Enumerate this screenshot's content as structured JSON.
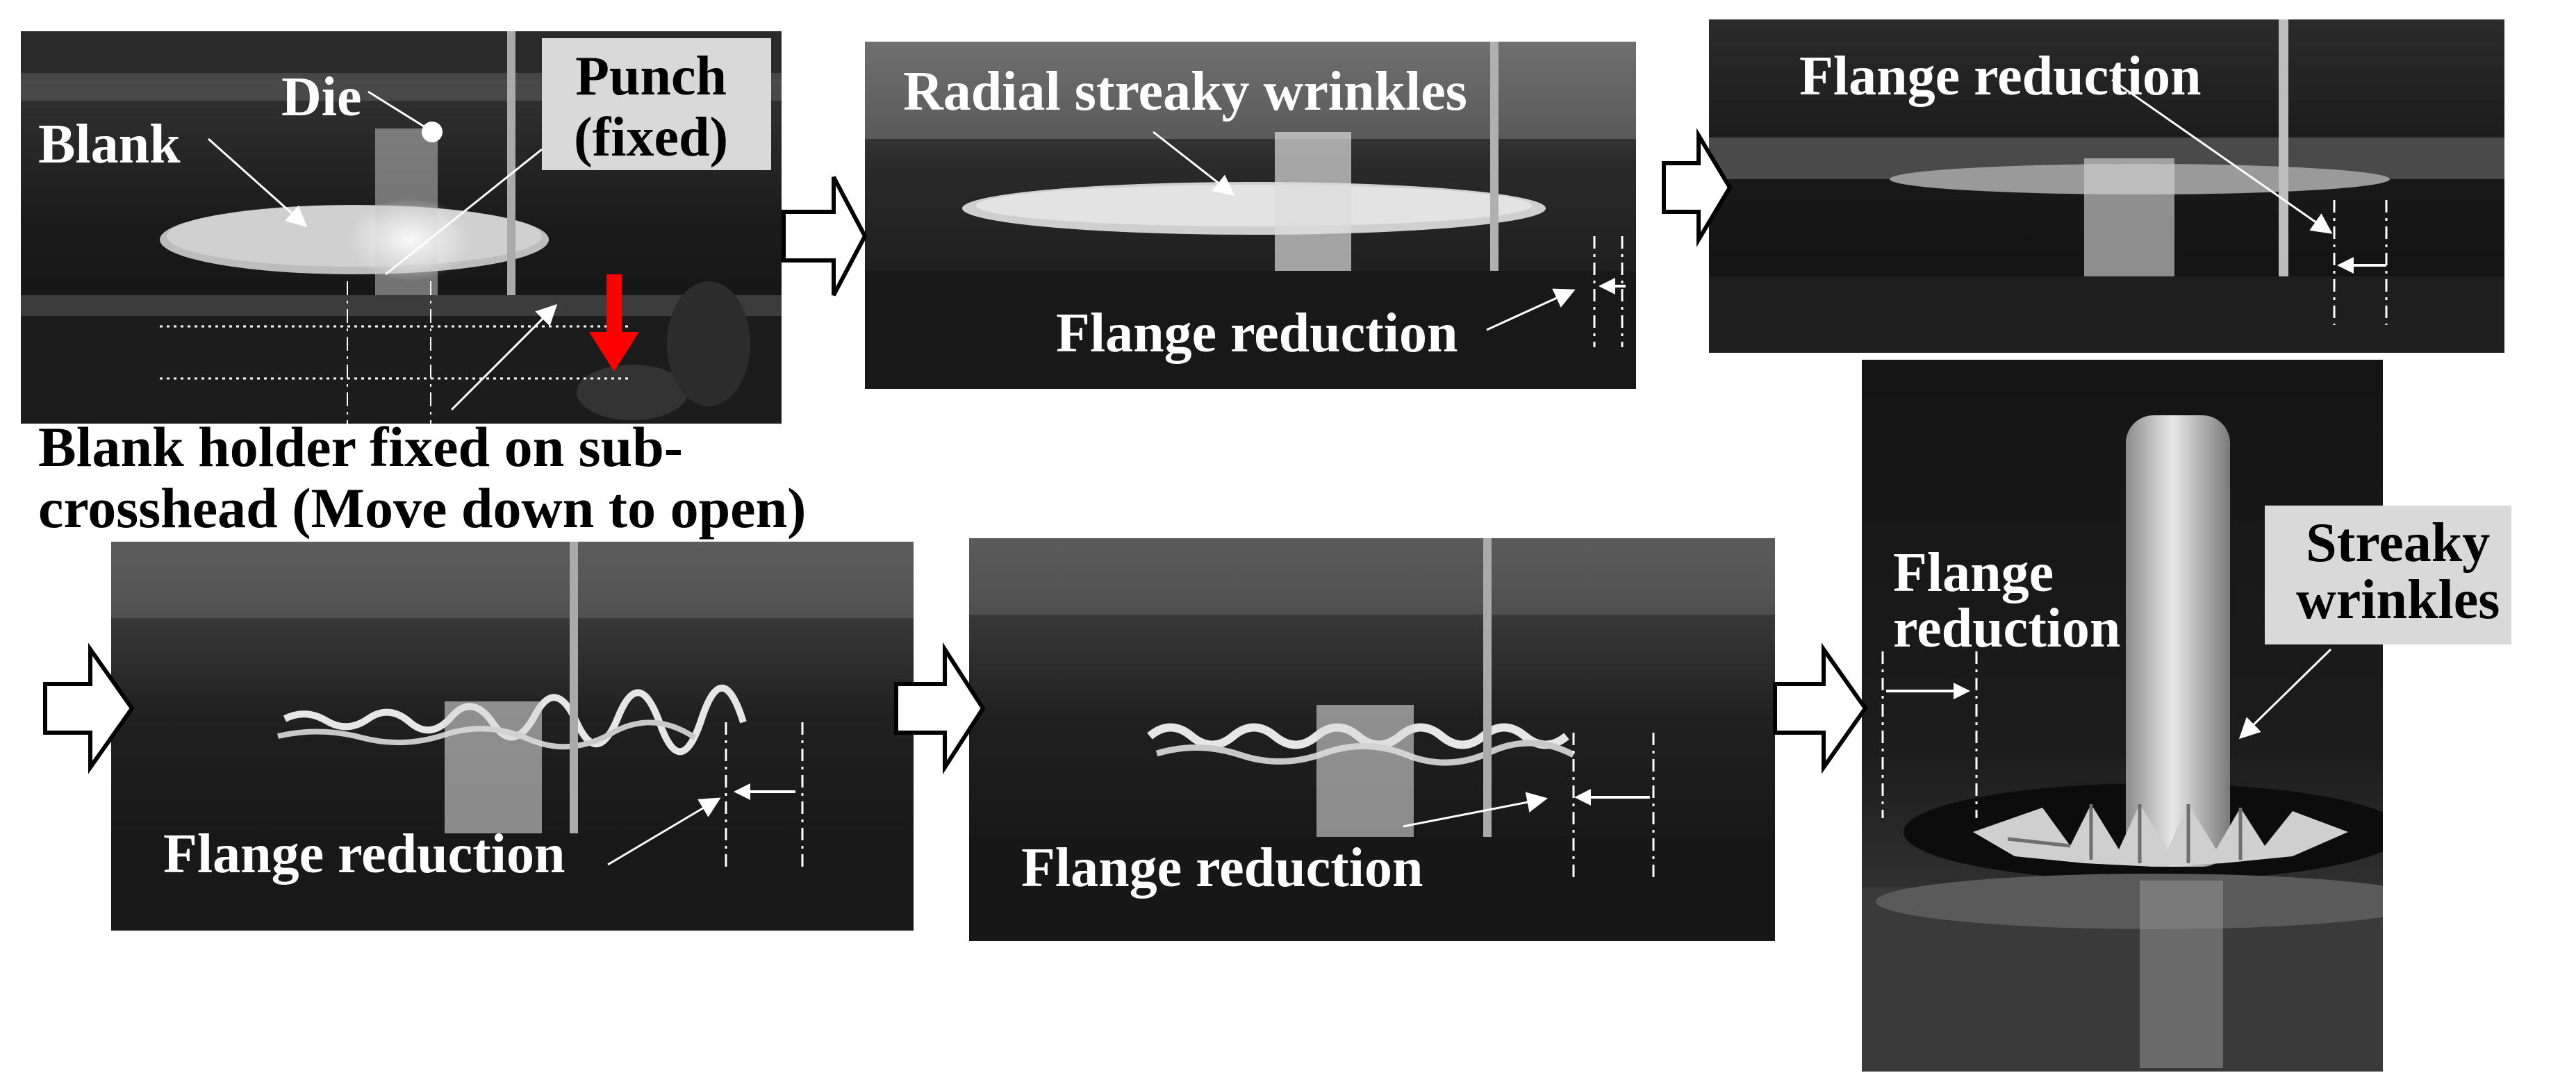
{
  "labels": {
    "die": "Die",
    "blank": "Blank",
    "punch_line1": "Punch",
    "punch_line2": "(fixed)",
    "blank_holder_line1": "Blank holder fixed  on sub-",
    "blank_holder_line2": "crosshead (Move down to open)",
    "radial_wrinkles": "Radial streaky wrinkles",
    "flange_reduction": "Flange reduction",
    "flange_line1": "Flange",
    "flange_line2": "reduction",
    "streaky_line1": "Streaky",
    "streaky_line2": "wrinkles"
  },
  "colors": {
    "accent_arrow": "#ff0000",
    "label_box": "#d9d9d9",
    "photo_dark": "#0e0e0e"
  }
}
